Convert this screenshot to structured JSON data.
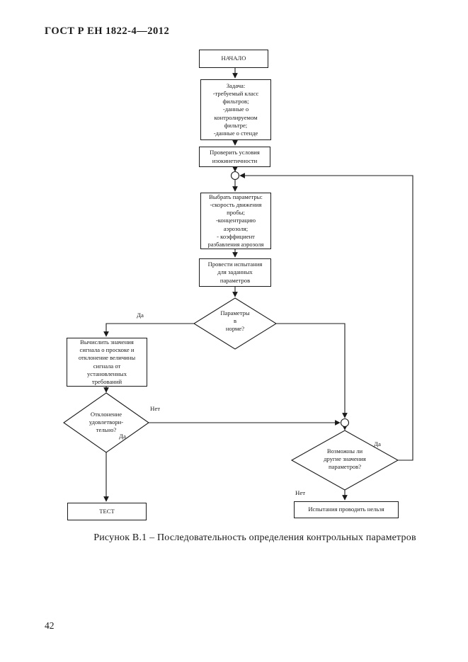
{
  "page": {
    "header": "ГОСТ Р ЕН 1822-4—2012",
    "page_number": "42",
    "caption": "Рисунок В.1 – Последовательность определения контрольных параметров"
  },
  "flowchart": {
    "start": "НАЧАЛО",
    "task": "Задача:\n-требуемый класс\nфильтров;\n-данные о\nконтролируемом фильтре;\n-данные о стенде",
    "check": "Проверить условия\nизокинетичности",
    "select": "Выбрать параметры:\n-скорость движения\nпробы;\n-концентрацию\nаэрозоля;\n- коэффициент\nразбавления аэрозоля",
    "conduct": "Провести испытания\nдля заданных\nпараметров",
    "decision_params": "Параметры\nв\nнорме?",
    "compute": "Вычислить значения\nсигнала о проскоке и\nотклонение величины\nсигнала от\nустановленных\nтребований",
    "decision_deviation": "Отклонение\nудовлетвори-\nтельно?",
    "test": "ТЕСТ",
    "decision_other": "Возможны ли\nдругие значения\nпараметров?",
    "fail": "Испытания проводить нельзя",
    "labels": {
      "d1_yes": "Да",
      "d2_no": "Нет",
      "d2_yes": "Да",
      "d3_yes": "Да",
      "d3_no": "Нет"
    }
  }
}
